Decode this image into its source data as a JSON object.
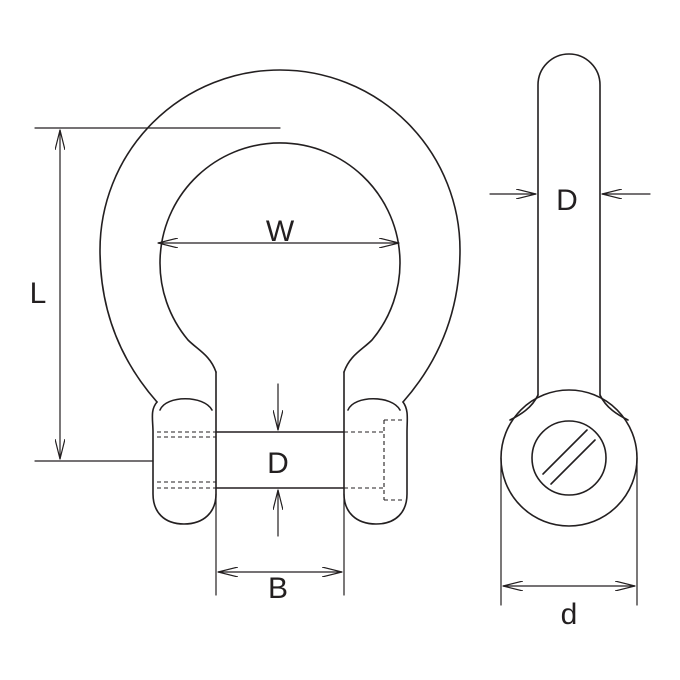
{
  "labels": {
    "width": "W",
    "length": "L",
    "pin_diameter_front": "D",
    "pin_diameter_side": "D",
    "inner_width": "B",
    "eye_diameter": "d"
  },
  "colors": {
    "line": "#231f20",
    "background": "#ffffff"
  }
}
